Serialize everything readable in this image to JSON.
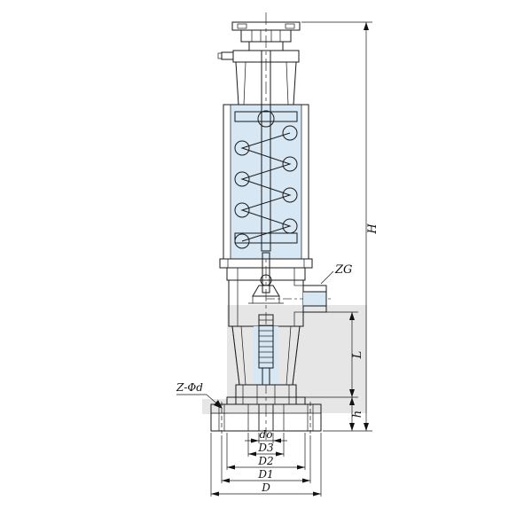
{
  "labels": {
    "height": "H",
    "thread": "ZG",
    "length": "L",
    "flange_height": "h",
    "bolt_holes": "Z-Φd",
    "bore": "do",
    "d3": "D3",
    "d2": "D2",
    "d1": "D1",
    "outer_diameter": "D"
  },
  "colors": {
    "line": "#1a1a1a",
    "chamber_fill": "#d7e7f4",
    "shade": "#e6e6e6",
    "hatch": "#777777"
  }
}
